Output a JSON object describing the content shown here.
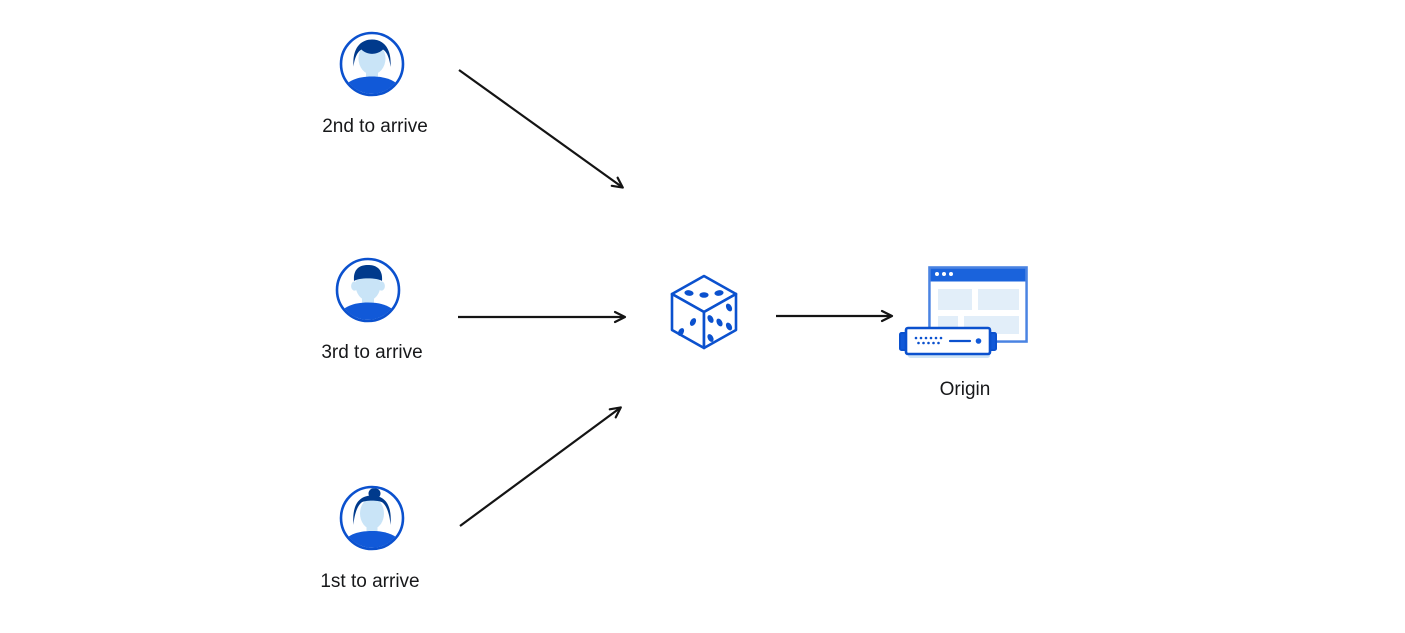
{
  "nodes": {
    "second_user": {
      "label": "2nd to arrive",
      "icon": "user-avatar-male-icon"
    },
    "third_user": {
      "label": "3rd to arrive",
      "icon": "user-avatar-male-short-hair-icon"
    },
    "first_user": {
      "label": "1st to arrive",
      "icon": "user-avatar-female-icon"
    },
    "randomizer": {
      "icon": "dice-icon"
    },
    "origin": {
      "label": "Origin",
      "icon": "origin-server-browser-icon"
    }
  },
  "arrows": [
    {
      "from": "second_user",
      "to": "randomizer"
    },
    {
      "from": "third_user",
      "to": "randomizer"
    },
    {
      "from": "first_user",
      "to": "randomizer"
    },
    {
      "from": "randomizer",
      "to": "origin"
    }
  ],
  "colors": {
    "primary_blue_stroke": "#0B51CE",
    "mid_blue_fill": "#1159D8",
    "navy_hair": "#003A8C",
    "light_blue_skin": "#C9E4F7",
    "pale_blue_panel": "#E2EEF9",
    "window_title_blue": "#1A63DC",
    "window_border_blue": "#4A83E2",
    "server_base_blue": "#CFE4F6",
    "arrow_black": "#141414",
    "text_color": "#17181a"
  }
}
